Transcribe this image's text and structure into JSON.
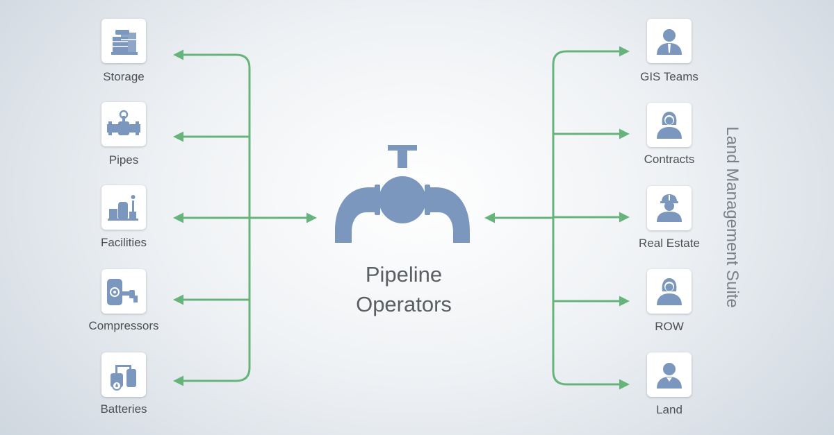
{
  "center": {
    "line1": "Pipeline",
    "line2": "Operators",
    "icon": "valve-pipe-icon"
  },
  "suite_label": "Land Management Suite",
  "colors": {
    "connector": "#66b47c",
    "icon": "#7b97bd",
    "text": "#4d5054"
  },
  "left_nodes": [
    {
      "label": "Storage",
      "icon": "storage-tanks-icon"
    },
    {
      "label": "Pipes",
      "icon": "pipe-valve-icon"
    },
    {
      "label": "Facilities",
      "icon": "facility-icon"
    },
    {
      "label": "Compressors",
      "icon": "compressor-icon"
    },
    {
      "label": "Batteries",
      "icon": "battery-tanks-icon"
    }
  ],
  "right_nodes": [
    {
      "label": "GIS Teams",
      "icon": "businessman-icon"
    },
    {
      "label": "Contracts",
      "icon": "woman-icon"
    },
    {
      "label": "Real Estate",
      "icon": "worker-hardhat-icon"
    },
    {
      "label": "ROW",
      "icon": "woman-icon"
    },
    {
      "label": "Land",
      "icon": "person-icon"
    }
  ]
}
